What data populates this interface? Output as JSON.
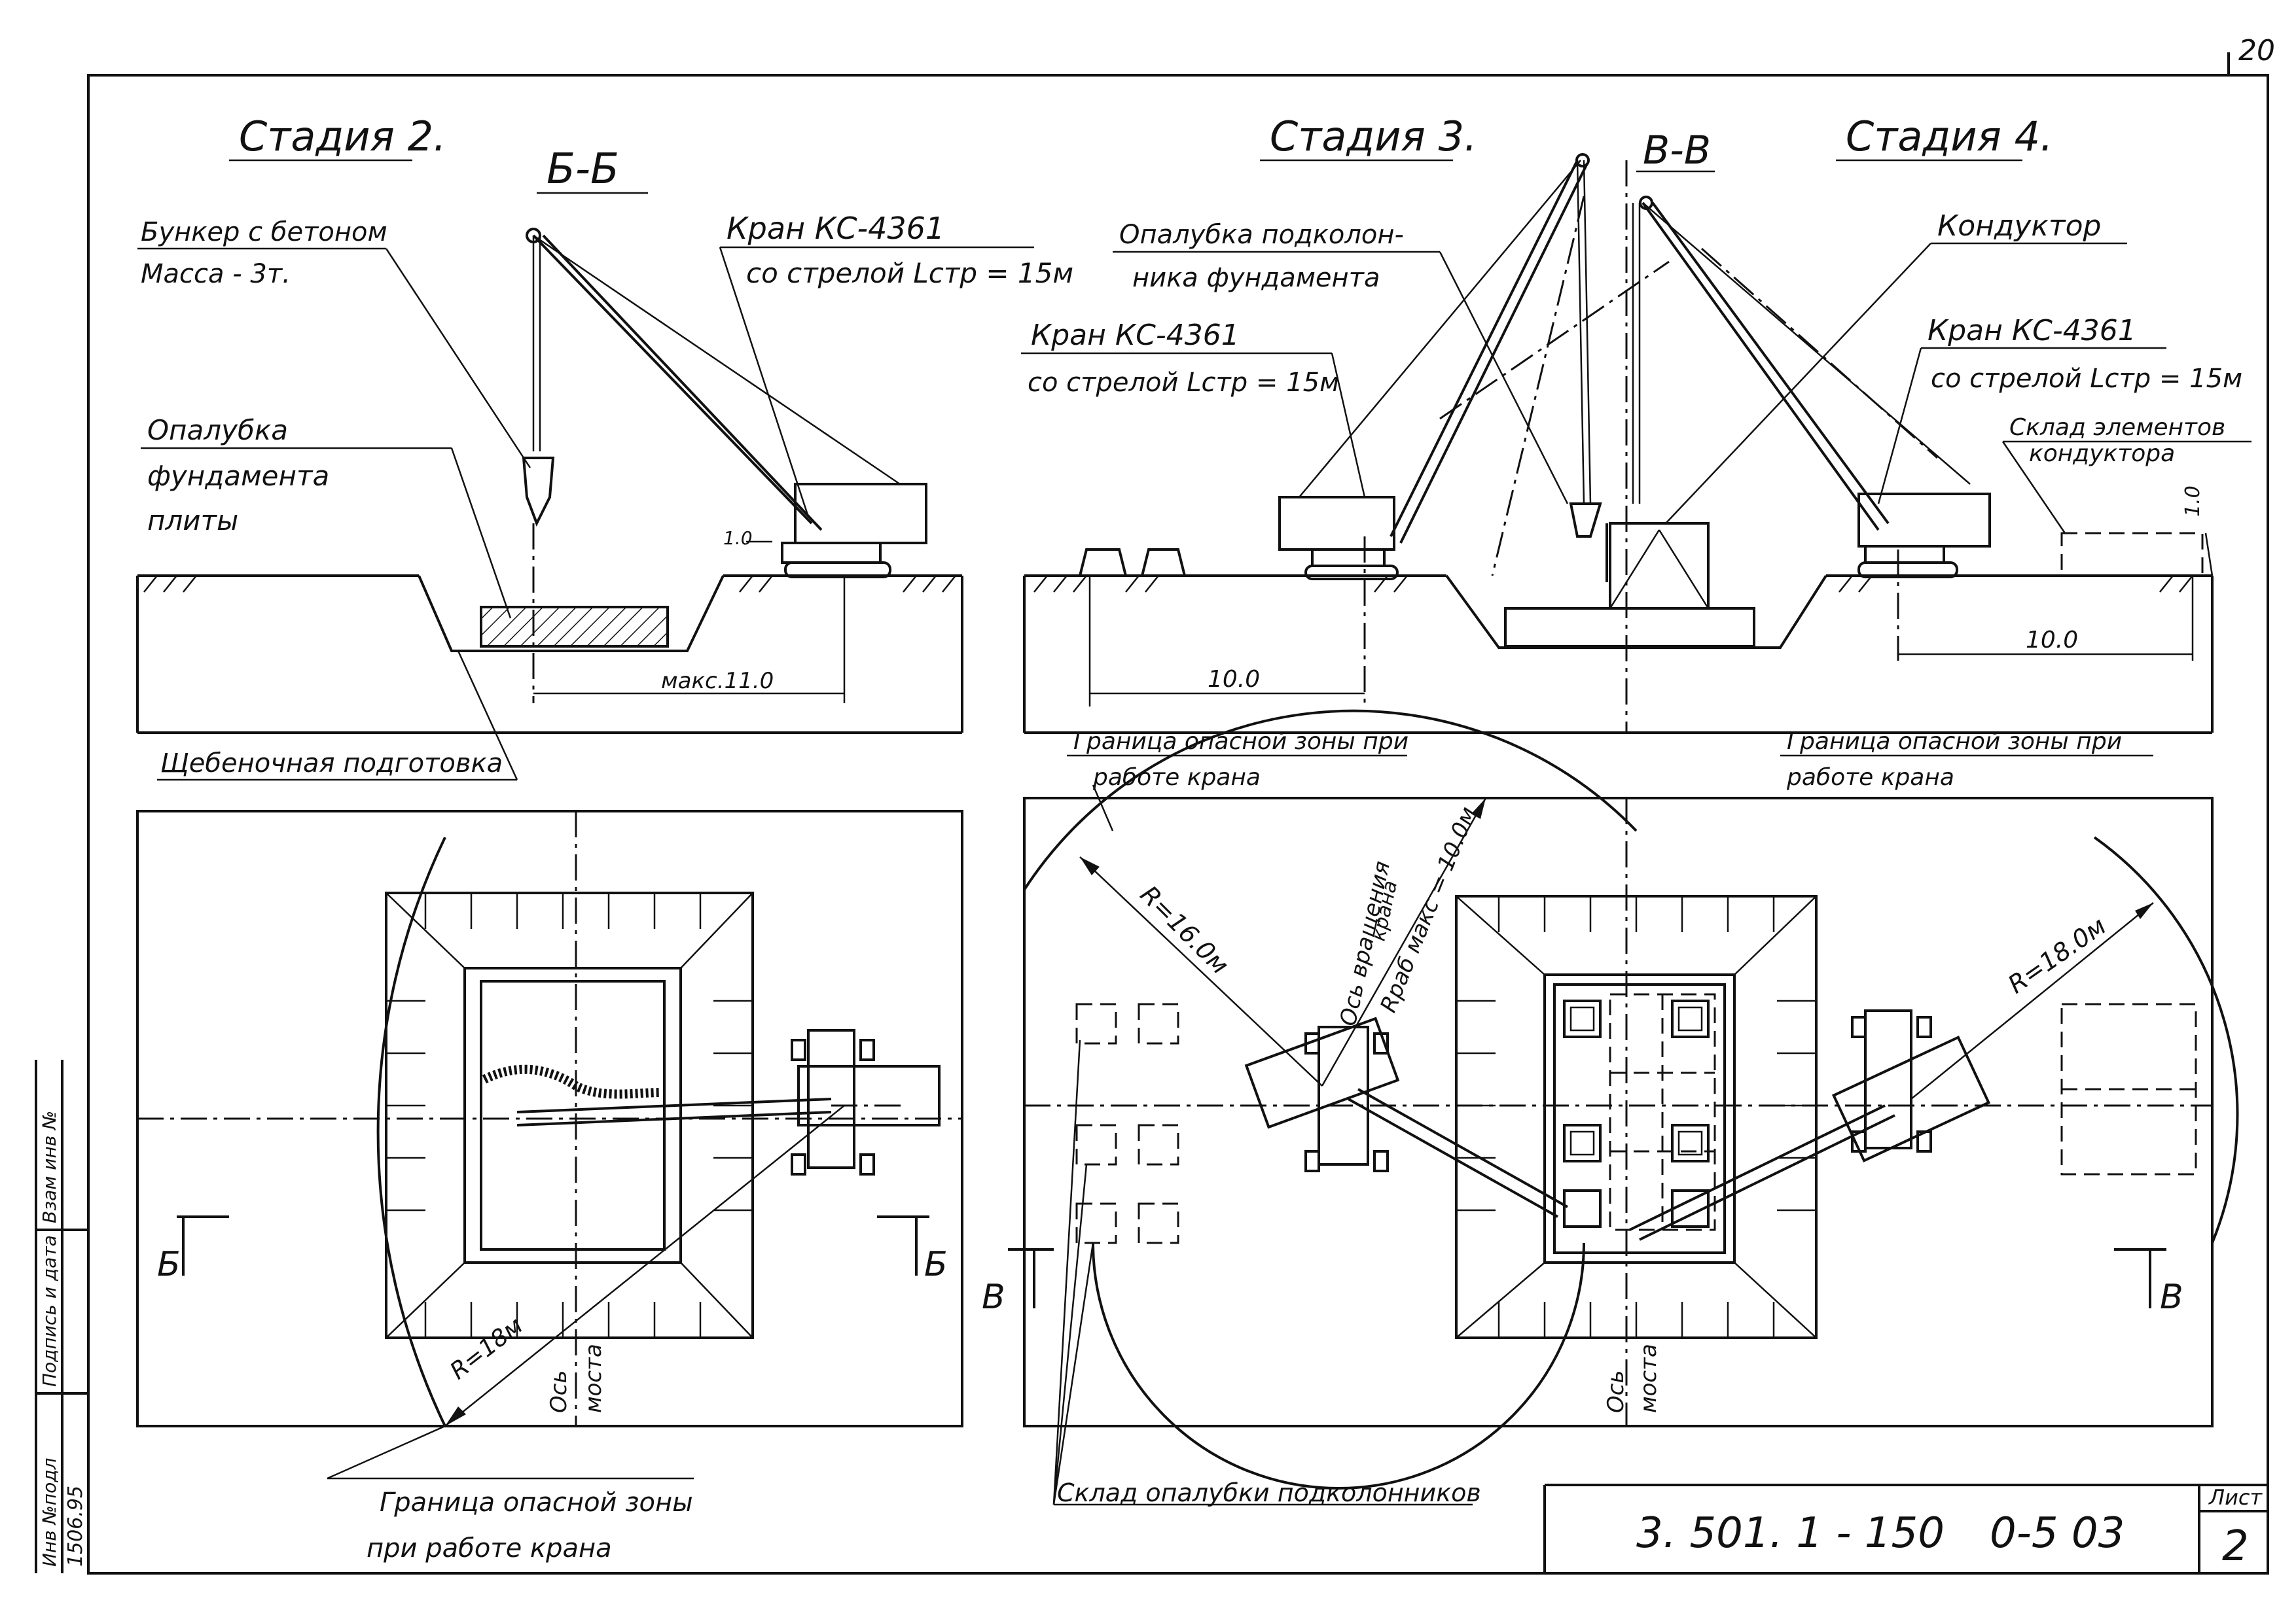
{
  "page_number": "20",
  "stage2": {
    "title": "Стадия 2.",
    "section": "Б-Б",
    "bunker_line1": "Бункер с бетоном",
    "bunker_line2": "Масса - 3т.",
    "crane_line1": "Кран КС-4361",
    "crane_line2": "со стрелой Lстр = 15м",
    "formwork_line1": "Опалубка",
    "formwork_line2": "фундамента",
    "formwork_line3": "плиты",
    "dim_height": "1.0",
    "dim_max": "макс.11.0",
    "gravel": "Щебеночная подготовка",
    "radius": "R=18м",
    "axis_word1": "Ось",
    "axis_word2": "моста",
    "cut_left": "Б",
    "cut_right": "Б",
    "danger_line1": "Граница опасной зоны",
    "danger_line2": "при работе крана"
  },
  "stage3": {
    "title": "Стадия 3.",
    "section": "В-В",
    "formwork_line1": "Опалубка подколон-",
    "formwork_line2": "ника фундамента",
    "crane_line1": "Кран КС-4361",
    "crane_line2": "со стрелой Lстр = 15м",
    "dim_10": "10.0",
    "danger_line1": "Граница опасной зоны при",
    "danger_line2": "работе крана",
    "radius": "R=16.0м",
    "rotation_line1": "Ось вращения",
    "rotation_line2": "крана",
    "work_radius": "Rраб макс = 10.0м",
    "axis_word1": "Ось",
    "axis_word2": "моста",
    "cut_left": "В",
    "storage": "Склад опалубки подколонников"
  },
  "stage4": {
    "title": "Стадия 4.",
    "conductor": "Кондуктор",
    "crane_line1": "Кран КС-4361",
    "crane_line2": "со стрелой Lстр = 15м",
    "storage_line1": "Склад элементов",
    "storage_line2": "кондуктора",
    "dim_height": "1.0",
    "dim_10": "10.0",
    "danger_line1": "Граница опасной зоны при",
    "danger_line2": "работе крана",
    "radius": "R=18.0м",
    "cut_right": "В"
  },
  "stamp": {
    "code": "3. 501. 1 - 150",
    "doc": "0-5 03",
    "sheet_label": "Лист",
    "sheet_no": "2"
  },
  "side_stamp": {
    "inv_no_label": "Инв №подл",
    "sign_date": "Подпись и дата",
    "replace_inv": "Взам инв №",
    "inv_value": "1506.95"
  }
}
